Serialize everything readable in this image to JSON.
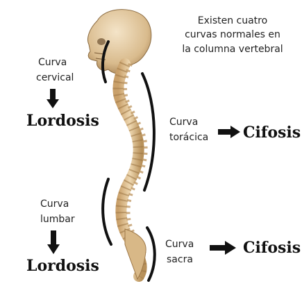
{
  "intro": {
    "line1": "Existen cuatro",
    "line2": "curvas normales en",
    "line3": "la columna vertebral"
  },
  "cervical": {
    "label_line1": "Curva",
    "label_line2": "cervical",
    "result": "Lordosis"
  },
  "thoracic": {
    "label_line1": "Curva",
    "label_line2": "torácica",
    "result": "Cifosis"
  },
  "lumbar": {
    "label_line1": "Curva",
    "label_line2": "lumbar",
    "result": "Lordosis"
  },
  "sacral": {
    "label_line1": "Curva",
    "label_line2": "sacra",
    "result": "Cifosis"
  },
  "colors": {
    "bone": "#e3c79a",
    "bone_shadow": "#b8915a",
    "bracket": "#111111",
    "arrow": "#111111"
  }
}
